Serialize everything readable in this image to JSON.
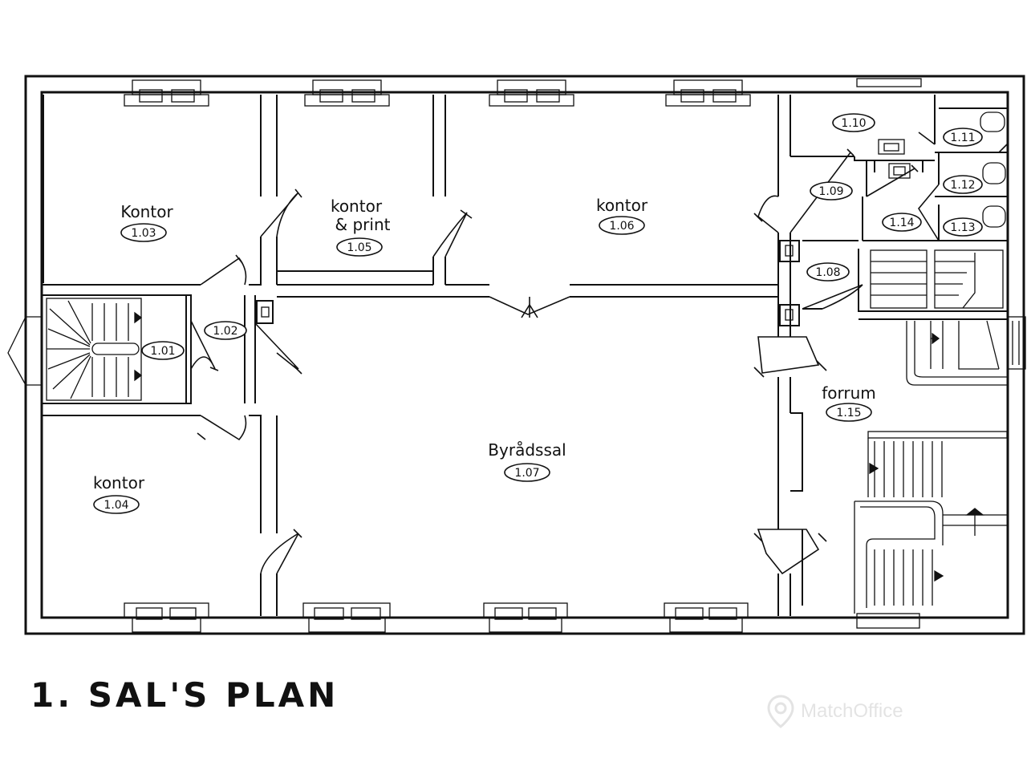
{
  "plan_title": "1. SAL'S PLAN",
  "watermark": "MatchOffice",
  "rooms": [
    {
      "name": "Kontor",
      "number": "1.03"
    },
    {
      "name": "kontor",
      "number": "1.04"
    },
    {
      "name": "kontor",
      "name_line2": "& print",
      "number": "1.05"
    },
    {
      "name": "kontor",
      "number": "1.06"
    },
    {
      "name": "Byrådssal",
      "number": "1.07"
    },
    {
      "name": "forrum",
      "number": "1.15"
    },
    {
      "name": "",
      "number": "1.01"
    },
    {
      "name": "",
      "number": "1.02"
    },
    {
      "name": "",
      "number": "1.08"
    },
    {
      "name": "",
      "number": "1.09"
    },
    {
      "name": "",
      "number": "1.10"
    },
    {
      "name": "",
      "number": "1.11"
    },
    {
      "name": "",
      "number": "1.12"
    },
    {
      "name": "",
      "number": "1.13"
    },
    {
      "name": "",
      "number": "1.14"
    }
  ]
}
